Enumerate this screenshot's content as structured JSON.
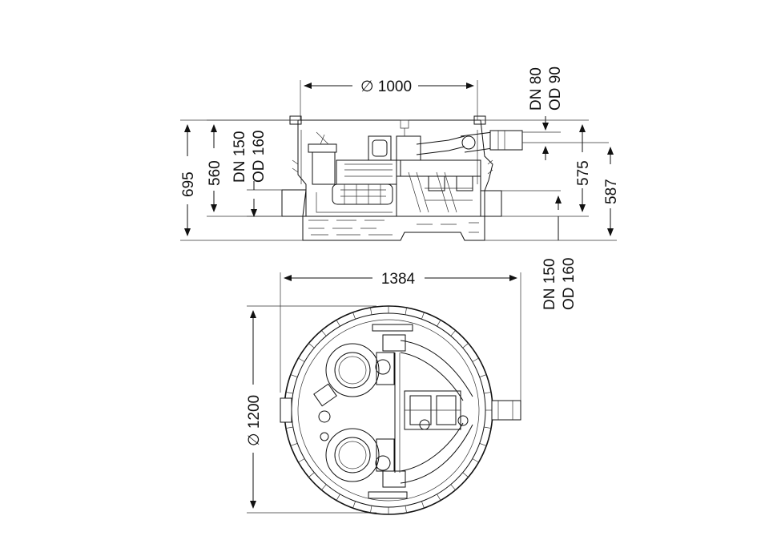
{
  "side_view": {
    "width_1000": "∅ 1000",
    "inlet_top_dn": "DN 80",
    "inlet_top_od": "OD 90",
    "height_695": "695",
    "height_560": "560",
    "inlet_left_dn": "DN 150",
    "inlet_left_od": "OD 160",
    "height_575": "575",
    "height_587": "587"
  },
  "top_view": {
    "width_1384": "1384",
    "outlet_dn": "DN 150",
    "outlet_od": "OD 160",
    "diameter_1200": "∅ 1200"
  },
  "colors": {
    "line": "#111111",
    "background": "#ffffff"
  }
}
